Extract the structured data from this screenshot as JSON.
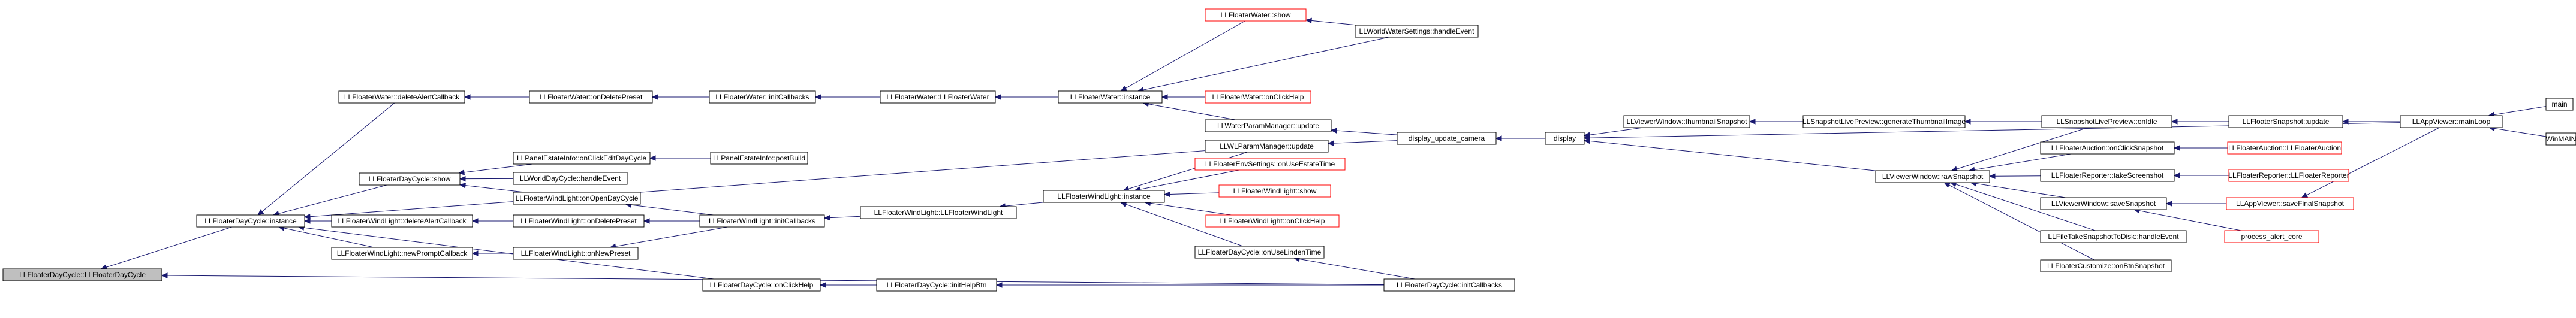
{
  "diagram": {
    "nodes": [
      {
        "id": "root",
        "label": "LLFloaterDayCycle::LLFloaterDayCycle",
        "style": "root"
      },
      {
        "id": "fdc_instance",
        "label": "LLFloaterDayCycle::instance"
      },
      {
        "id": "fw_deleteAlert",
        "label": "LLFloaterWater::deleteAlertCallback"
      },
      {
        "id": "fw_onDeletePreset",
        "label": "LLFloaterWater::onDeletePreset"
      },
      {
        "id": "fw_initCallbacks",
        "label": "LLFloaterWater::initCallbacks"
      },
      {
        "id": "fw_ctor",
        "label": "LLFloaterWater::LLFloaterWater"
      },
      {
        "id": "fw_instance",
        "label": "LLFloaterWater::instance"
      },
      {
        "id": "fw_show",
        "label": "LLFloaterWater::show",
        "style": "red"
      },
      {
        "id": "fw_onClickHelp",
        "label": "LLFloaterWater::onClickHelp",
        "style": "red"
      },
      {
        "id": "wws_handleEvent",
        "label": "LLWorldWaterSettings::handleEvent"
      },
      {
        "id": "wpm_update",
        "label": "LLWaterParamManager::update"
      },
      {
        "id": "wlpm_update",
        "label": "LLWLParamManager::update"
      },
      {
        "id": "display_update_camera",
        "label": "display_update_camera"
      },
      {
        "id": "display",
        "label": "display"
      },
      {
        "id": "pei_onClickEditDayCycle",
        "label": "LLPanelEstateInfo::onClickEditDayCycle"
      },
      {
        "id": "pei_postBuild",
        "label": "LLPanelEstateInfo::postBuild"
      },
      {
        "id": "fdc_show",
        "label": "LLFloaterDayCycle::show"
      },
      {
        "id": "wdc_handleEvent",
        "label": "LLWorldDayCycle::handleEvent"
      },
      {
        "id": "fwl_onOpenDayCycle",
        "label": "LLFloaterWindLight::onOpenDayCycle"
      },
      {
        "id": "fwl_deleteAlert",
        "label": "LLFloaterWindLight::deleteAlertCallback"
      },
      {
        "id": "fwl_onDeletePreset",
        "label": "LLFloaterWindLight::onDeletePreset"
      },
      {
        "id": "fwl_initCallbacks",
        "label": "LLFloaterWindLight::initCallbacks"
      },
      {
        "id": "fwl_ctor",
        "label": "LLFloaterWindLight::LLFloaterWindLight"
      },
      {
        "id": "fwl_instance",
        "label": "LLFloaterWindLight::instance"
      },
      {
        "id": "fes_onUseEstateTime",
        "label": "LLFloaterEnvSettings::onUseEstateTime",
        "style": "red"
      },
      {
        "id": "fwl_show",
        "label": "LLFloaterWindLight::show",
        "style": "red"
      },
      {
        "id": "fwl_onClickHelp",
        "label": "LLFloaterWindLight::onClickHelp",
        "style": "red"
      },
      {
        "id": "fdc_onUseLindenTime",
        "label": "LLFloaterDayCycle::onUseLindenTime"
      },
      {
        "id": "fwl_newPrompt",
        "label": "LLFloaterWindLight::newPromptCallback"
      },
      {
        "id": "fwl_onNewPreset",
        "label": "LLFloaterWindLight::onNewPreset"
      },
      {
        "id": "fdc_onClickHelp",
        "label": "LLFloaterDayCycle::onClickHelp"
      },
      {
        "id": "fdc_initHelpBtn",
        "label": "LLFloaterDayCycle::initHelpBtn"
      },
      {
        "id": "fdc_initCallbacks",
        "label": "LLFloaterDayCycle::initCallbacks"
      },
      {
        "id": "vw_thumbnail",
        "label": "LLViewerWindow::thumbnailSnapshot"
      },
      {
        "id": "slp_generateThumb",
        "label": "LLSnapshotLivePreview::generateThumbnailImage"
      },
      {
        "id": "slp_onIdle",
        "label": "LLSnapshotLivePreview::onIdle"
      },
      {
        "id": "fs_update",
        "label": "LLFloaterSnapshot::update"
      },
      {
        "id": "app_mainLoop",
        "label": "LLAppViewer::mainLoop"
      },
      {
        "id": "main",
        "label": "main"
      },
      {
        "id": "winmain",
        "label": "WinMAIN"
      },
      {
        "id": "fa_onClickSnapshot",
        "label": "LLFloaterAuction::onClickSnapshot"
      },
      {
        "id": "fa_ctor",
        "label": "LLFloaterAuction::LLFloaterAuction",
        "style": "red"
      },
      {
        "id": "vw_rawSnapshot",
        "label": "LLViewerWindow::rawSnapshot"
      },
      {
        "id": "fr_takeScreenshot",
        "label": "LLFloaterReporter::takeScreenshot"
      },
      {
        "id": "fr_ctor",
        "label": "LLFloaterReporter::LLFloaterReporter",
        "style": "red"
      },
      {
        "id": "vw_saveSnapshot",
        "label": "LLViewerWindow::saveSnapshot"
      },
      {
        "id": "app_saveFinal",
        "label": "LLAppViewer::saveFinalSnapshot",
        "style": "red"
      },
      {
        "id": "process_alert_core",
        "label": "process_alert_core",
        "style": "red"
      },
      {
        "id": "fts_handleEvent",
        "label": "LLFileTakeSnapshotToDisk::handleEvent"
      },
      {
        "id": "fc_onBtnSnapshot",
        "label": "LLFloaterCustomize::onBtnSnapshot"
      }
    ],
    "edges": [
      [
        "fdc_instance",
        "root"
      ],
      [
        "fw_deleteAlert",
        "fdc_instance"
      ],
      [
        "fdc_show",
        "fdc_instance"
      ],
      [
        "fwl_deleteAlert",
        "fdc_instance"
      ],
      [
        "fwl_newPrompt",
        "fdc_instance"
      ],
      [
        "fdc_onClickHelp",
        "fdc_instance"
      ],
      [
        "wlpm_update",
        "fdc_instance"
      ],
      [
        "fdc_initCallbacks",
        "root"
      ],
      [
        "fw_onDeletePreset",
        "fw_deleteAlert"
      ],
      [
        "fw_initCallbacks",
        "fw_onDeletePreset"
      ],
      [
        "fw_ctor",
        "fw_initCallbacks"
      ],
      [
        "fw_instance",
        "fw_ctor"
      ],
      [
        "fw_show",
        "fw_instance"
      ],
      [
        "fw_onClickHelp",
        "fw_instance"
      ],
      [
        "wws_handleEvent",
        "fw_instance"
      ],
      [
        "wpm_update",
        "fw_instance"
      ],
      [
        "wws_handleEvent",
        "fw_show"
      ],
      [
        "display_update_camera",
        "wpm_update"
      ],
      [
        "display_update_camera",
        "wlpm_update"
      ],
      [
        "display",
        "display_update_camera"
      ],
      [
        "vw_thumbnail",
        "display"
      ],
      [
        "vw_rawSnapshot",
        "display"
      ],
      [
        "app_mainLoop",
        "display"
      ],
      [
        "pei_onClickEditDayCycle",
        "fdc_show"
      ],
      [
        "wdc_handleEvent",
        "fdc_show"
      ],
      [
        "fwl_onOpenDayCycle",
        "fdc_show"
      ],
      [
        "pei_postBuild",
        "pei_onClickEditDayCycle"
      ],
      [
        "fwl_initCallbacks",
        "fwl_onOpenDayCycle"
      ],
      [
        "fwl_onDeletePreset",
        "fwl_deleteAlert"
      ],
      [
        "fwl_initCallbacks",
        "fwl_onDeletePreset"
      ],
      [
        "fwl_onNewPreset",
        "fwl_newPrompt"
      ],
      [
        "fwl_initCallbacks",
        "fwl_onNewPreset"
      ],
      [
        "fwl_ctor",
        "fwl_initCallbacks"
      ],
      [
        "fwl_instance",
        "fwl_ctor"
      ],
      [
        "wlpm_update",
        "fwl_instance"
      ],
      [
        "fes_onUseEstateTime",
        "fwl_instance"
      ],
      [
        "fwl_show",
        "fwl_instance"
      ],
      [
        "fwl_onClickHelp",
        "fwl_instance"
      ],
      [
        "fdc_onUseLindenTime",
        "fwl_instance"
      ],
      [
        "fdc_initCallbacks",
        "fdc_onUseLindenTime"
      ],
      [
        "fdc_initHelpBtn",
        "fdc_onClickHelp"
      ],
      [
        "fdc_initCallbacks",
        "fdc_initHelpBtn"
      ],
      [
        "slp_generateThumb",
        "vw_thumbnail"
      ],
      [
        "slp_onIdle",
        "slp_generateThumb"
      ],
      [
        "fs_update",
        "slp_onIdle"
      ],
      [
        "app_mainLoop",
        "fs_update"
      ],
      [
        "main",
        "app_mainLoop"
      ],
      [
        "winmain",
        "app_mainLoop"
      ],
      [
        "slp_onIdle",
        "vw_rawSnapshot"
      ],
      [
        "fa_onClickSnapshot",
        "vw_rawSnapshot"
      ],
      [
        "fr_takeScreenshot",
        "vw_rawSnapshot"
      ],
      [
        "vw_saveSnapshot",
        "vw_rawSnapshot"
      ],
      [
        "fts_handleEvent",
        "vw_rawSnapshot"
      ],
      [
        "fc_onBtnSnapshot",
        "vw_rawSnapshot"
      ],
      [
        "fa_ctor",
        "fa_onClickSnapshot"
      ],
      [
        "fr_ctor",
        "fr_takeScreenshot"
      ],
      [
        "app_saveFinal",
        "vw_saveSnapshot"
      ],
      [
        "process_alert_core",
        "vw_saveSnapshot"
      ],
      [
        "app_mainLoop",
        "app_saveFinal"
      ]
    ],
    "colors": {
      "edge": "#191970",
      "node_border": "#000000",
      "node_border_red": "#ff0000",
      "root_fill": "#bfbfbf"
    }
  }
}
